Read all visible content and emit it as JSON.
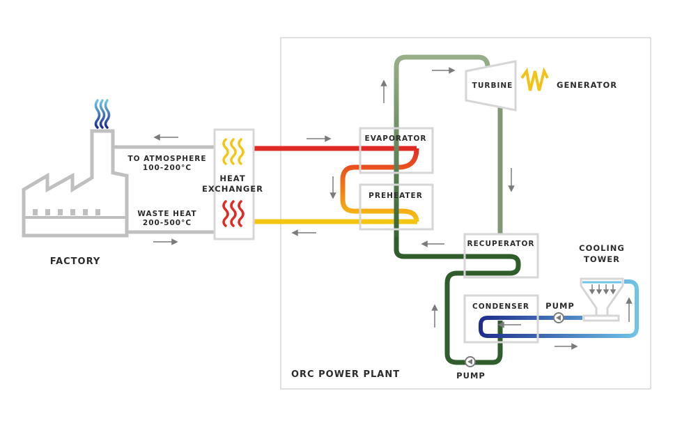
{
  "labels": {
    "factory": "FACTORY",
    "to_atmosphere": "TO ATMOSPHERE",
    "to_atmosphere_temp": "100-200°C",
    "waste_heat": "WASTE HEAT",
    "waste_heat_temp": "200-500°C",
    "heat": "HEAT",
    "exchanger": "EXCHANGER",
    "evaporator": "EVAPORATOR",
    "preheater": "PREHEATER",
    "turbine": "TURBINE",
    "generator": "GENERATOR",
    "recuperator": "RECUPERATOR",
    "condenser": "CONDENSER",
    "cooling": "COOLING",
    "tower": "TOWER",
    "pump_cooling": "PUMP",
    "pump_main": "PUMP",
    "orc_power_plant": "ORC POWER PLANT"
  },
  "colors": {
    "gray": "#bfbfbf",
    "box_border": "#d6d6d6",
    "hot_red": "#e12a25",
    "hot_orange": "#f07d16",
    "warm_yellow": "#f5c514",
    "dark_green": "#2f5e2c",
    "light_green": "#98ae88",
    "dark_blue": "#1e2d8c",
    "light_blue": "#6fc4e6",
    "generator_yellow": "#f3c217",
    "arrow": "#7a7a7a"
  }
}
